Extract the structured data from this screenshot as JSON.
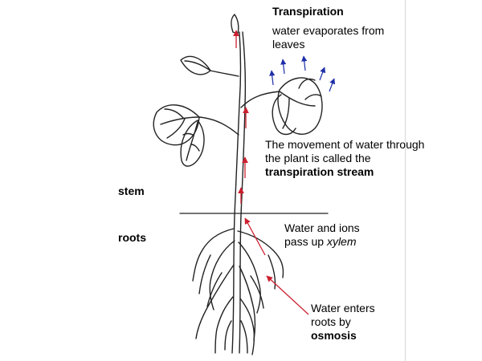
{
  "title": "Transpiration",
  "evaporation_text": "water evaporates from leaves",
  "stream_text": {
    "line1": "The movement of water through",
    "line2": "the plant is called the",
    "line3_bold": "transpiration stream"
  },
  "stem_label": "stem",
  "roots_label": "roots",
  "xylem_text": {
    "line1": "Water and ions",
    "line2_prefix": "pass up ",
    "line2_italic": "xylem"
  },
  "osmosis_text": {
    "line1": "Water enters",
    "line2": "roots by",
    "line3_bold": "osmosis"
  },
  "colors": {
    "flow_arrow": "#cc1f2f",
    "evaporation_arrow": "#1f2fa8",
    "outline": "#222222"
  }
}
